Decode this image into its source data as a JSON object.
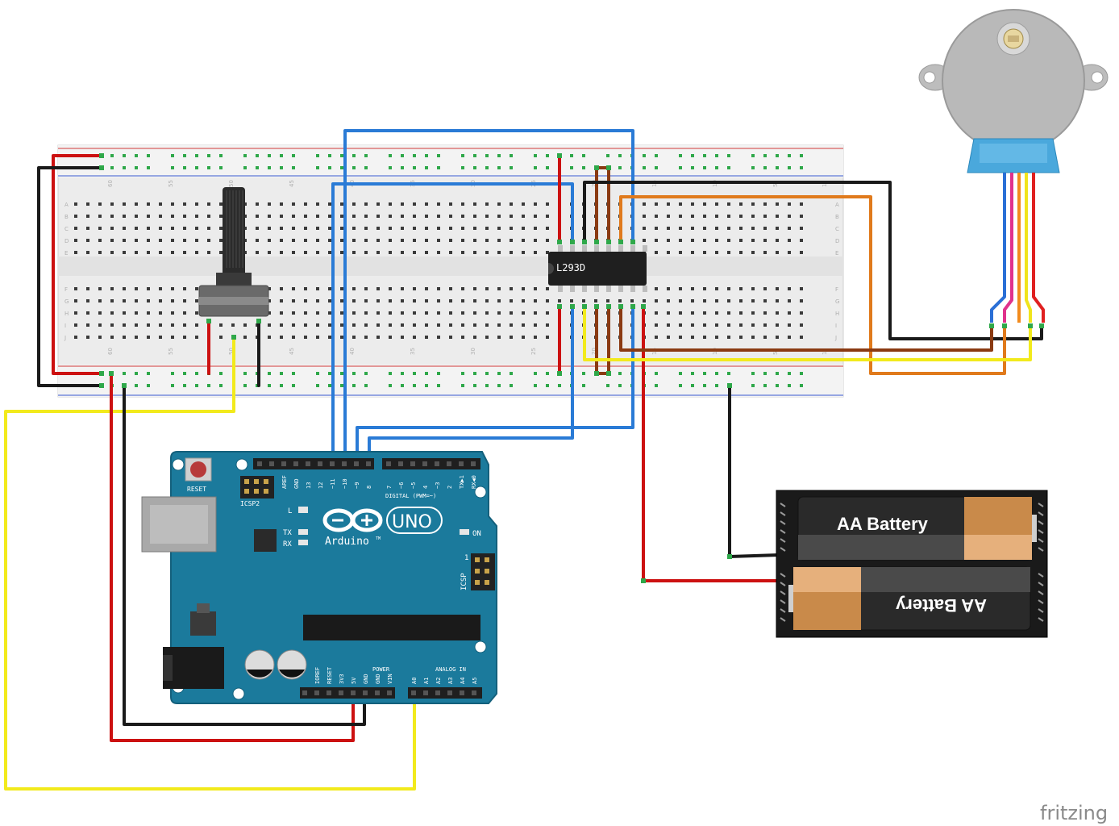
{
  "app": {
    "watermark": "fritzing"
  },
  "breadboard": {
    "row_letters_top": [
      "A",
      "B",
      "C",
      "D",
      "E"
    ],
    "row_letters_bottom": [
      "F",
      "G",
      "H",
      "I",
      "J"
    ],
    "column_numbers": [
      "60",
      "55",
      "50",
      "45",
      "40",
      "35",
      "30",
      "25",
      "20",
      "15",
      "10",
      "5",
      "1"
    ]
  },
  "driver_chip": {
    "label": "L293D"
  },
  "arduino": {
    "reset_label": "RESET",
    "icsp2_label": "ICSP2",
    "brand": "Arduino",
    "model": "UNO",
    "tm": "TM",
    "led_l": "L",
    "led_tx": "TX",
    "led_rx": "RX",
    "led_on": "ON",
    "icsp_label": "ICSP",
    "icsp_pin1": "1",
    "digital_header_label": "DIGITAL (PWM=~)",
    "digital_pins": [
      "AREF",
      "GND",
      "13",
      "12",
      "~11",
      "~10",
      "~9",
      "8",
      "7",
      "~6",
      "~5",
      "4",
      "~3",
      "2",
      "TX▶1",
      "RX◀0"
    ],
    "power_header_label": "POWER",
    "power_pins": [
      "IOREF",
      "RESET",
      "3V3",
      "5V",
      "GND",
      "GND",
      "VIN"
    ],
    "analog_header_label": "ANALOG IN",
    "analog_pins": [
      "A0",
      "A1",
      "A2",
      "A3",
      "A4",
      "A5"
    ]
  },
  "battery_pack": {
    "cell_top_label": "AA Battery",
    "cell_bottom_label": "AA Battery"
  },
  "colors": {
    "wire_red": "#cc1111",
    "wire_black": "#1a1a1a",
    "wire_blue": "#2a7bd6",
    "wire_yellow": "#f2ea1c",
    "wire_orange": "#e07a1c",
    "wire_brown": "#8a3a12",
    "arduino_board": "#1b7a9c",
    "motor_body": "#b9b9b9",
    "motor_connector": "#4aa8dc",
    "breadboard": "#ececec",
    "hole_green": "#2fa84a",
    "rail_red": "#d23a3a",
    "rail_blue": "#3a5ad2"
  }
}
